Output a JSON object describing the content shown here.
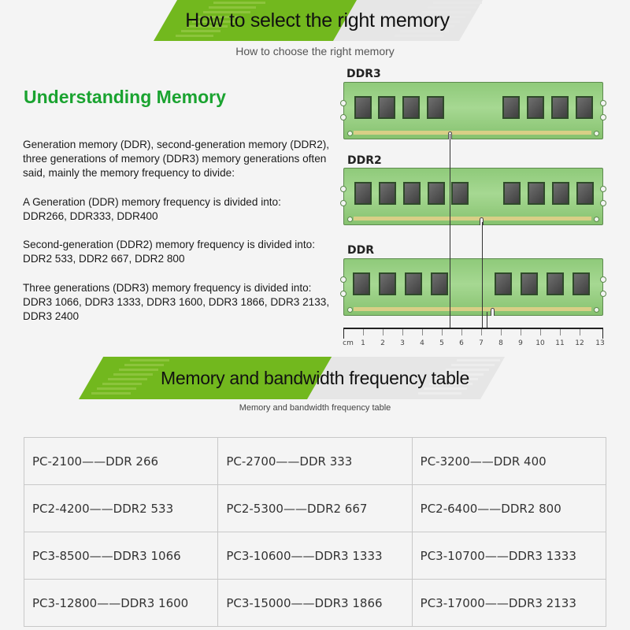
{
  "header": {
    "title": "How to select the right memory",
    "subtitle": "How to choose the right memory"
  },
  "understanding": {
    "heading": "Understanding Memory",
    "intro": "Generation memory (DDR), second-generation memory (DDR2), three generations of memory (DDR3) memory generations often said, mainly the memory frequency to divide:",
    "paragraphs": [
      {
        "line1": "A Generation (DDR) memory frequency is divided into:",
        "line2": "DDR266, DDR333, DDR400"
      },
      {
        "line1": "Second-generation (DDR2) memory frequency is divided into:",
        "line2": "DDR2 533, DDR2 667, DDR2 800"
      },
      {
        "line1": "Three generations (DDR3) memory frequency is divided into:",
        "line2": "DDR3 1066, DDR3 1333, DDR3 1600, DDR3 1866, DDR3 2133, DDR3 2400"
      }
    ]
  },
  "diagram": {
    "modules": [
      {
        "label": "DDR3"
      },
      {
        "label": "DDR2"
      },
      {
        "label": "DDR"
      }
    ],
    "ruler": {
      "unit": "cm",
      "ticks": [
        "1",
        "2",
        "3",
        "4",
        "5",
        "6",
        "7",
        "8",
        "9",
        "10",
        "11",
        "12",
        "13"
      ]
    }
  },
  "table_section": {
    "title": "Memory and bandwidth frequency table",
    "subtitle": "Memory and bandwidth frequency table",
    "rows": [
      [
        "PC-2100——DDR 266",
        "PC-2700——DDR 333",
        "PC-3200——DDR 400"
      ],
      [
        "PC2-4200——DDR2 533",
        "PC2-5300——DDR2 667",
        "PC2-6400——DDR2 800"
      ],
      [
        "PC3-8500——DDR3 1066",
        "PC3-10600——DDR3 1333",
        "PC3-10700——DDR3 1333"
      ],
      [
        "PC3-12800——DDR3 1600",
        "PC3-15000——DDR3 1866",
        "PC3-17000——DDR3 2133"
      ]
    ]
  },
  "colors": {
    "accent_green": "#72b81e",
    "heading_green": "#1aa330",
    "banner_grey": "#e6e6e6",
    "module_green": "#a6d892"
  }
}
